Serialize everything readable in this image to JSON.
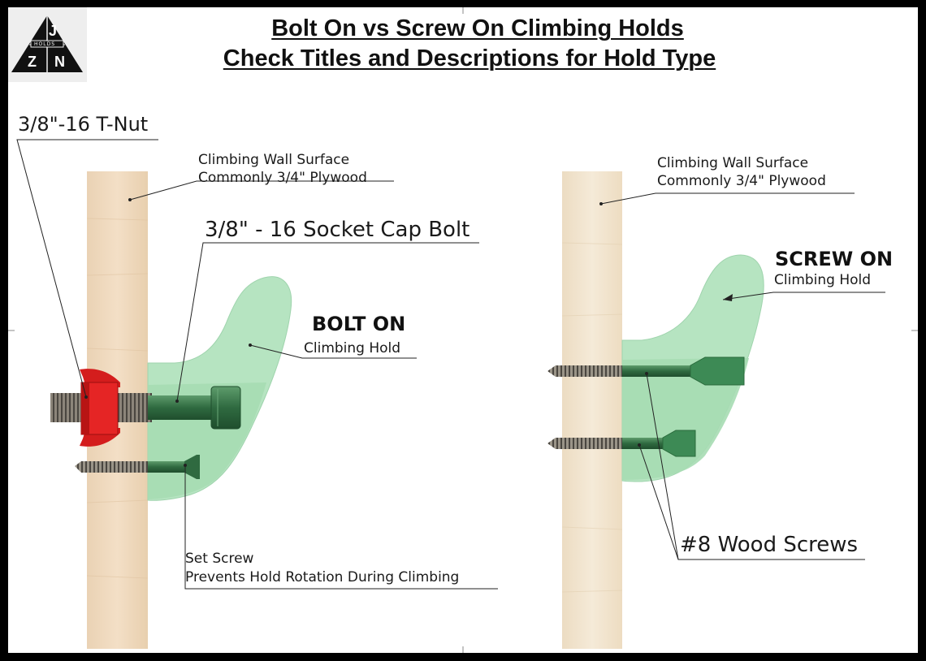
{
  "header": {
    "title_line1": "Bolt On vs Screw On Climbing Holds",
    "title_line2": "Check Titles and Descriptions for Hold Type"
  },
  "logo": {
    "letter_top": "J",
    "word": "HOLDS",
    "letter_left": "Z",
    "letter_right": "N"
  },
  "bolt_on": {
    "tnut_label": "3/8\"-16 T-Nut",
    "wall_line1": "Climbing Wall Surface",
    "wall_line2": "Commonly 3/4\" Plywood",
    "bolt_label": "3/8\" - 16 Socket Cap Bolt",
    "type_title": "BOLT ON",
    "type_sub": "Climbing Hold",
    "setscrew_line1": "Set Screw",
    "setscrew_line2": "Prevents Hold Rotation During Climbing"
  },
  "screw_on": {
    "wall_line1": "Climbing Wall Surface",
    "wall_line2": "Commonly 3/4\" Plywood",
    "type_title": "SCREW ON",
    "type_sub": "Climbing Hold",
    "screws_label": "#8 Wood Screws"
  },
  "colors": {
    "plywood_left": "#efd9bf",
    "plywood_right": "#f1e4cf",
    "hold": "#b7e5c2",
    "hold_dark": "#3d8a55",
    "tnut": "#e02020",
    "bolt": "#3e7a4f",
    "thread": "#7a7468"
  }
}
